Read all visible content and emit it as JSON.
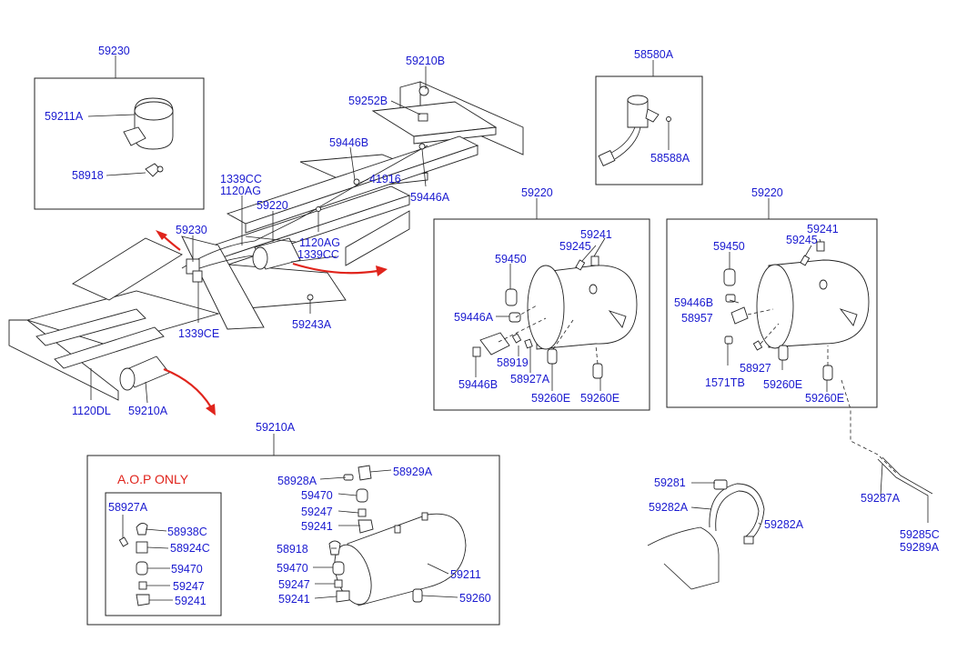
{
  "colors": {
    "label": "#1a1ad0",
    "note": "#e0241c",
    "line": "#222222"
  },
  "notes": {
    "aop": "A.O.P ONLY"
  },
  "labels": [
    {
      "text": "59230"
    },
    {
      "text": "59211A"
    },
    {
      "text": "58918"
    },
    {
      "text": "59210B"
    },
    {
      "text": "59252B"
    },
    {
      "text": "59446B"
    },
    {
      "text": "41916"
    },
    {
      "text": "59446A"
    },
    {
      "text": "1339CC"
    },
    {
      "text": "1120AG"
    },
    {
      "text": "59220"
    },
    {
      "text": "59230"
    },
    {
      "text": "1120AG"
    },
    {
      "text": "1339CC"
    },
    {
      "text": "59243A"
    },
    {
      "text": "1339CE"
    },
    {
      "text": "1120DL"
    },
    {
      "text": "59210A"
    },
    {
      "text": "58580A"
    },
    {
      "text": "58588A"
    },
    {
      "text": "59220"
    },
    {
      "text": "59241"
    },
    {
      "text": "59245"
    },
    {
      "text": "59450"
    },
    {
      "text": "59446A"
    },
    {
      "text": "58919"
    },
    {
      "text": "59446B"
    },
    {
      "text": "58927A"
    },
    {
      "text": "59260E"
    },
    {
      "text": "59260E"
    },
    {
      "text": "59220"
    },
    {
      "text": "59241"
    },
    {
      "text": "59245"
    },
    {
      "text": "59450"
    },
    {
      "text": "59446B"
    },
    {
      "text": "58957"
    },
    {
      "text": "58927"
    },
    {
      "text": "1571TB"
    },
    {
      "text": "59260E"
    },
    {
      "text": "59260E"
    },
    {
      "text": "59210A"
    },
    {
      "text": "58928A"
    },
    {
      "text": "58929A"
    },
    {
      "text": "59470"
    },
    {
      "text": "59247"
    },
    {
      "text": "59241"
    },
    {
      "text": "58918"
    },
    {
      "text": "59470"
    },
    {
      "text": "59247"
    },
    {
      "text": "59241"
    },
    {
      "text": "59211"
    },
    {
      "text": "59260"
    },
    {
      "text": "58927A"
    },
    {
      "text": "58938C"
    },
    {
      "text": "58924C"
    },
    {
      "text": "59470"
    },
    {
      "text": "59247"
    },
    {
      "text": "59241"
    },
    {
      "text": "59281"
    },
    {
      "text": "59282A"
    },
    {
      "text": "59282A"
    },
    {
      "text": "59287A"
    },
    {
      "text": "59285C"
    },
    {
      "text": "59289A"
    }
  ]
}
